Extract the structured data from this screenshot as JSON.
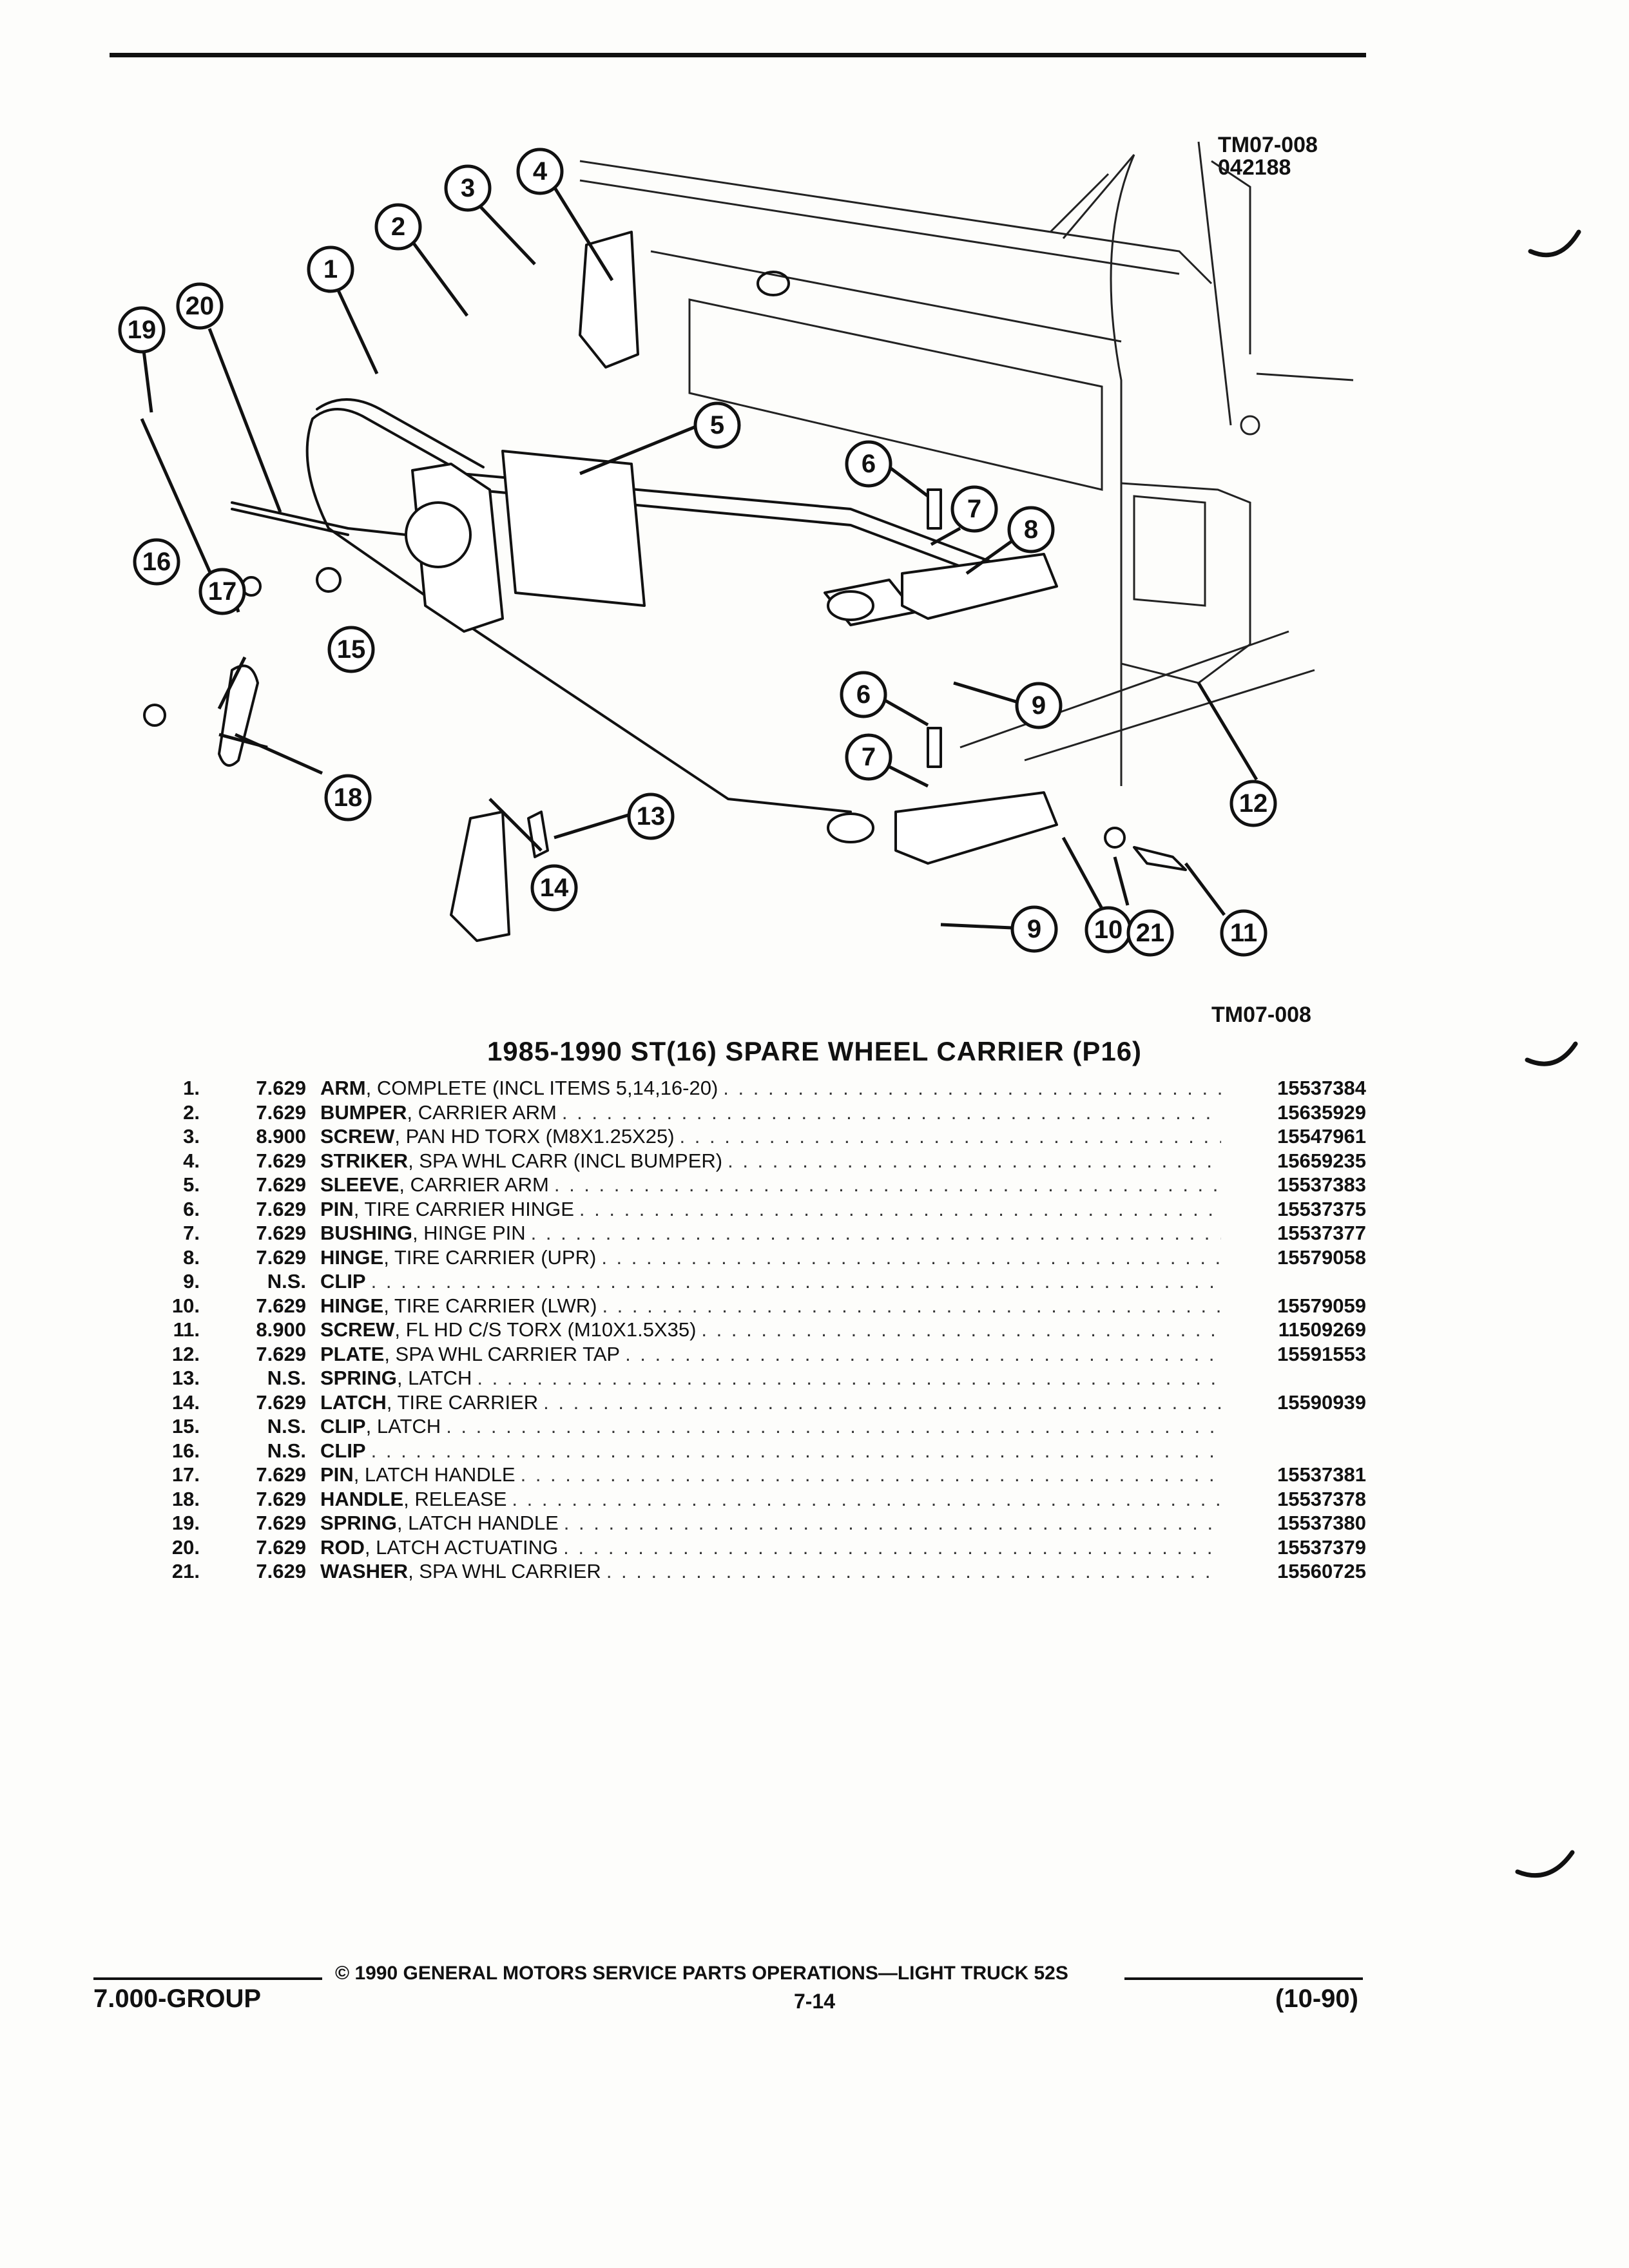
{
  "figure": {
    "code_top": "TM07-008",
    "date_code": "042188",
    "code_bottom": "TM07-008",
    "callouts": [
      "1",
      "2",
      "3",
      "4",
      "5",
      "6",
      "7",
      "8",
      "6",
      "7",
      "9",
      "9",
      "10",
      "11",
      "12",
      "13",
      "14",
      "15",
      "16",
      "17",
      "18",
      "19",
      "20",
      "21"
    ]
  },
  "section": {
    "heading": "1985-1990 ST(16) SPARE WHEEL CARRIER (P16)"
  },
  "parts": [
    {
      "num": "1.",
      "group": "7.629",
      "name": "ARM",
      "detail": ", COMPLETE (INCL ITEMS 5,14,16-20)",
      "part_no": "15537384"
    },
    {
      "num": "2.",
      "group": "7.629",
      "name": "BUMPER",
      "detail": ", CARRIER ARM",
      "part_no": "15635929"
    },
    {
      "num": "3.",
      "group": "8.900",
      "name": "SCREW",
      "detail": ", PAN HD TORX (M8X1.25X25)",
      "part_no": "15547961"
    },
    {
      "num": "4.",
      "group": "7.629",
      "name": "STRIKER",
      "detail": ", SPA WHL CARR (INCL BUMPER)",
      "part_no": "15659235"
    },
    {
      "num": "5.",
      "group": "7.629",
      "name": "SLEEVE",
      "detail": ", CARRIER ARM",
      "part_no": "15537383"
    },
    {
      "num": "6.",
      "group": "7.629",
      "name": "PIN",
      "detail": ", TIRE CARRIER HINGE",
      "part_no": "15537375"
    },
    {
      "num": "7.",
      "group": "7.629",
      "name": "BUSHING",
      "detail": ", HINGE PIN",
      "part_no": "15537377"
    },
    {
      "num": "8.",
      "group": "7.629",
      "name": "HINGE",
      "detail": ", TIRE CARRIER (UPR)",
      "part_no": "15579058"
    },
    {
      "num": "9.",
      "group": "N.S.",
      "name": "CLIP",
      "detail": "",
      "part_no": ""
    },
    {
      "num": "10.",
      "group": "7.629",
      "name": "HINGE",
      "detail": ", TIRE CARRIER (LWR)",
      "part_no": "15579059"
    },
    {
      "num": "11.",
      "group": "8.900",
      "name": "SCREW",
      "detail": ", FL HD C/S TORX (M10X1.5X35)",
      "part_no": "11509269"
    },
    {
      "num": "12.",
      "group": "7.629",
      "name": "PLATE",
      "detail": ", SPA WHL CARRIER TAP",
      "part_no": "15591553"
    },
    {
      "num": "13.",
      "group": "N.S.",
      "name": "SPRING",
      "detail": ", LATCH",
      "part_no": ""
    },
    {
      "num": "14.",
      "group": "7.629",
      "name": "LATCH",
      "detail": ", TIRE CARRIER",
      "part_no": "15590939"
    },
    {
      "num": "15.",
      "group": "N.S.",
      "name": "CLIP",
      "detail": ", LATCH",
      "part_no": ""
    },
    {
      "num": "16.",
      "group": "N.S.",
      "name": "CLIP",
      "detail": "",
      "part_no": ""
    },
    {
      "num": "17.",
      "group": "7.629",
      "name": "PIN",
      "detail": ", LATCH HANDLE",
      "part_no": "15537381"
    },
    {
      "num": "18.",
      "group": "7.629",
      "name": "HANDLE",
      "detail": ", RELEASE",
      "part_no": "15537378"
    },
    {
      "num": "19.",
      "group": "7.629",
      "name": "SPRING",
      "detail": ", LATCH HANDLE",
      "part_no": "15537380"
    },
    {
      "num": "20.",
      "group": "7.629",
      "name": "ROD",
      "detail": ", LATCH ACTUATING",
      "part_no": "15537379"
    },
    {
      "num": "21.",
      "group": "7.629",
      "name": "WASHER",
      "detail": ", SPA WHL CARRIER",
      "part_no": "15560725"
    }
  ],
  "footer": {
    "copyright": "© 1990 GENERAL MOTORS SERVICE PARTS OPERATIONS—LIGHT TRUCK 52S",
    "group": "7.000-GROUP",
    "page": "7-14",
    "date": "(10-90)"
  }
}
